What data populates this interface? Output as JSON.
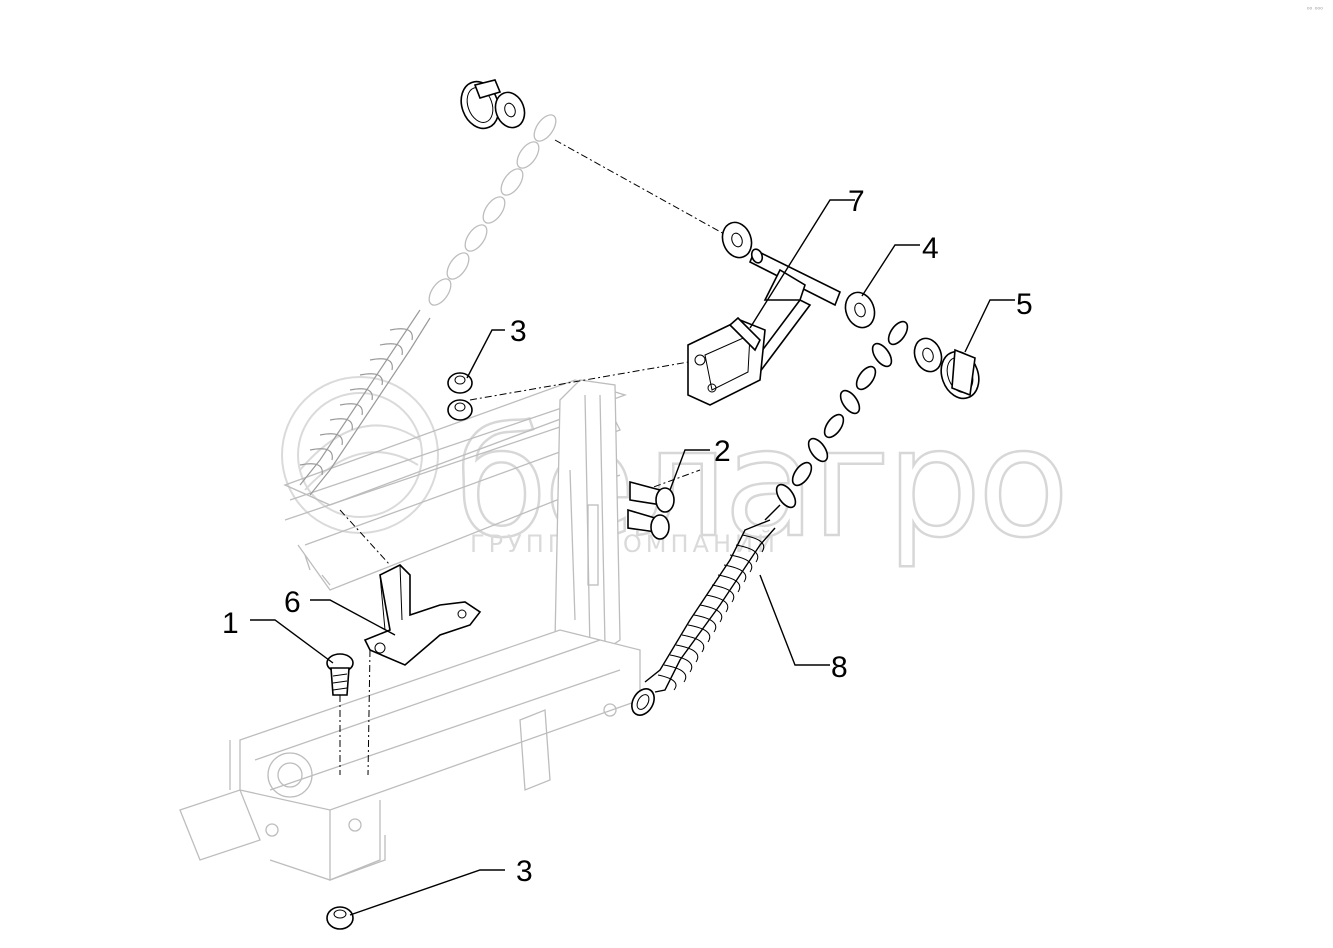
{
  "watermark": {
    "brand": "белагро",
    "tagline": "ГРУППА КОМПАНИЙ",
    "color": "#c8c8c8"
  },
  "corner_mark": "⁰⁰ ⁰⁰⁰",
  "callouts": [
    {
      "id": "callout-1",
      "label": "1"
    },
    {
      "id": "callout-2",
      "label": "2"
    },
    {
      "id": "callout-3-top",
      "label": "3"
    },
    {
      "id": "callout-3-bottom",
      "label": "3"
    },
    {
      "id": "callout-4",
      "label": "4"
    },
    {
      "id": "callout-5",
      "label": "5"
    },
    {
      "id": "callout-6",
      "label": "6"
    },
    {
      "id": "callout-7",
      "label": "7"
    },
    {
      "id": "callout-8",
      "label": "8"
    }
  ],
  "colors": {
    "line": "#000000",
    "ghost": "#bdbdbd",
    "background": "#ffffff"
  }
}
